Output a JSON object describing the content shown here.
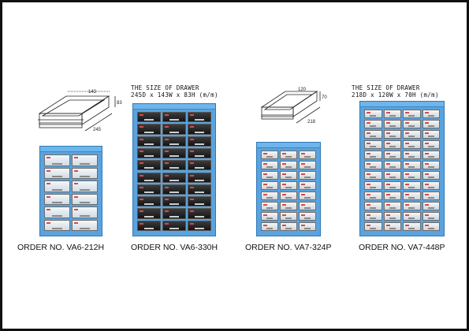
{
  "labels": {
    "size_note_1": {
      "line1": "THE SIZE OF DRAWER",
      "line2": "245D x 143W x 83H (m/m)"
    },
    "size_note_2": {
      "line1": "THE SIZE OF DRAWER",
      "line2": "218D x 120W x 70H (m/m)"
    },
    "sketch_1_dims": {
      "width": "143",
      "height": "83",
      "depth": "245"
    },
    "sketch_2_dims": {
      "width": "120",
      "height": "70",
      "depth": "218"
    }
  },
  "products": [
    {
      "order_label": "ORDER NO. VA6-212H",
      "columns": 2,
      "rows": 6,
      "style": "clear"
    },
    {
      "order_label": "ORDER NO. VA6-330H",
      "columns": 3,
      "rows": 10,
      "style": "dark"
    },
    {
      "order_label": "ORDER NO. VA7-324P",
      "columns": 3,
      "rows": 8,
      "style": "light"
    },
    {
      "order_label": "ORDER NO. VA7-448P",
      "columns": 4,
      "rows": 12,
      "style": "light"
    }
  ],
  "colors": {
    "cabinet": "#5aa3de",
    "cabinet_edge": "#2f79b6",
    "label_tab": "#d64a4a"
  },
  "icons": [
    "drawer-sketch-icon"
  ]
}
